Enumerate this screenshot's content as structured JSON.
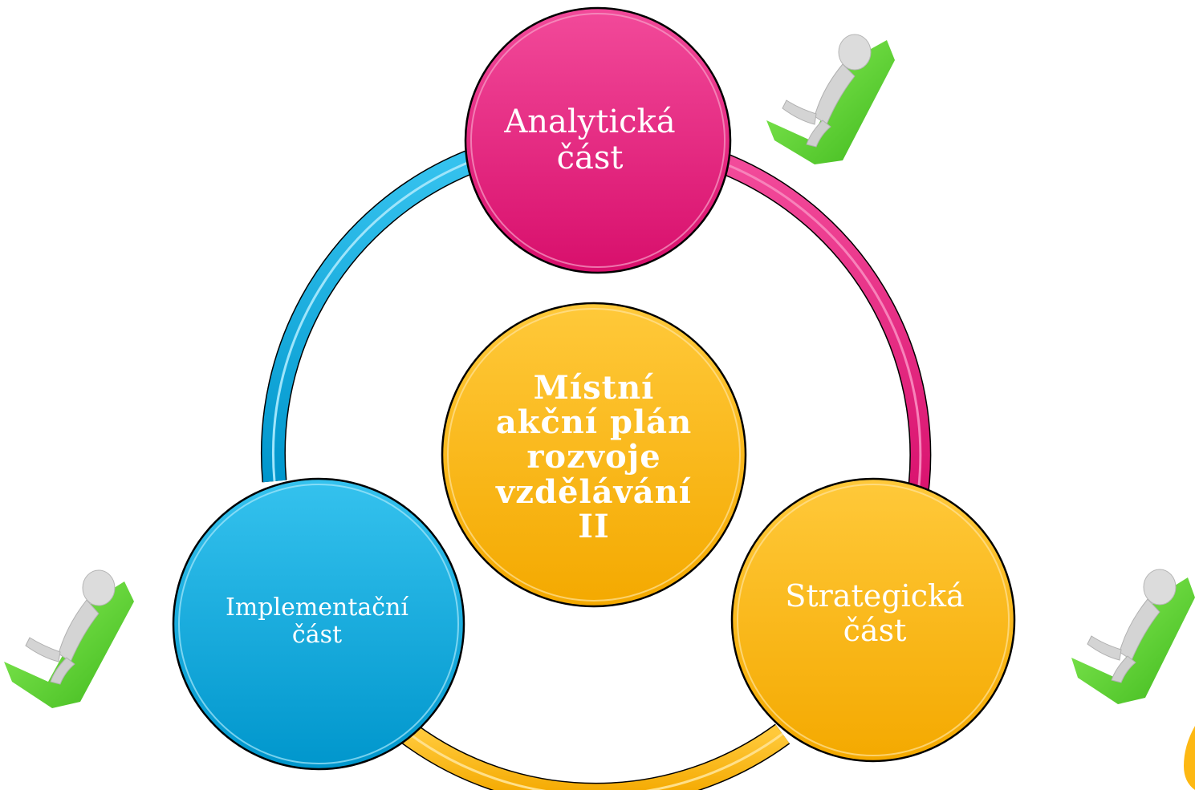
{
  "diagram": {
    "center": {
      "label": "Místní\nakční plán\nrozvoje\nvzdělávání\nII",
      "color": "#fdb813"
    },
    "nodes": [
      {
        "id": "top",
        "label": "Analytická\nčást",
        "color": "#e8197a"
      },
      {
        "id": "right",
        "label": "Strategická\nčást",
        "color": "#fdb813"
      },
      {
        "id": "left",
        "label": "Implementační\nčást",
        "color": "#04a9dd"
      }
    ],
    "arcs": [
      {
        "from": "top",
        "to": "right",
        "color": "#e8197a"
      },
      {
        "from": "right",
        "to": "left",
        "color": "#fdb813"
      },
      {
        "from": "left",
        "to": "top",
        "color": "#04a9dd"
      }
    ],
    "icons": [
      {
        "name": "reclining-figure-on-checkmark-icon",
        "figure_color": "#d9d9d9",
        "check_color": "#5cd62c"
      },
      {
        "name": "reclining-figure-on-checkmark-icon",
        "figure_color": "#d9d9d9",
        "check_color": "#5cd62c"
      },
      {
        "name": "reclining-figure-on-checkmark-icon",
        "figure_color": "#d9d9d9",
        "check_color": "#5cd62c"
      }
    ],
    "corner_shape_color": "#fdb813"
  }
}
